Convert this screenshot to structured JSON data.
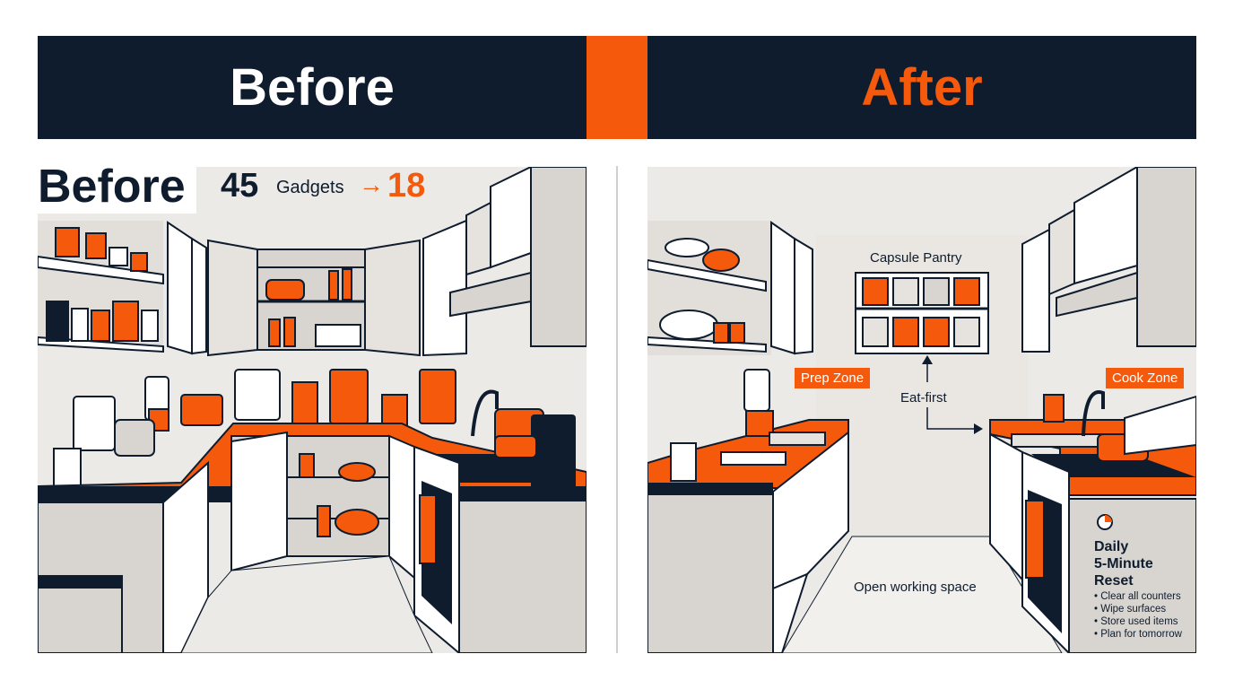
{
  "header": {
    "before_title": "Before",
    "after_title": "After"
  },
  "before_panel": {
    "heading": "Before",
    "gadgets_from": "45",
    "gadgets_word": "Gadgets",
    "arrow": "→",
    "gadgets_to": "18"
  },
  "after_panel": {
    "capsule_pantry": "Capsule Pantry",
    "prep_zone": "Prep Zone",
    "cook_zone": "Cook Zone",
    "eat_first": "Eat-first",
    "open_space": "Open working space",
    "reset": {
      "title_lines": [
        "Daily",
        "5-Minute",
        "Reset"
      ],
      "items": [
        "Clear all counters",
        "Wipe surfaces",
        "Store used items",
        "Plan for tomorrow"
      ]
    }
  },
  "colors": {
    "navy": "#0f1c2e",
    "orange": "#f55a0c",
    "wall": "#eceae6",
    "cabinet": "#ffffff",
    "shade": "#d8d5d0"
  }
}
